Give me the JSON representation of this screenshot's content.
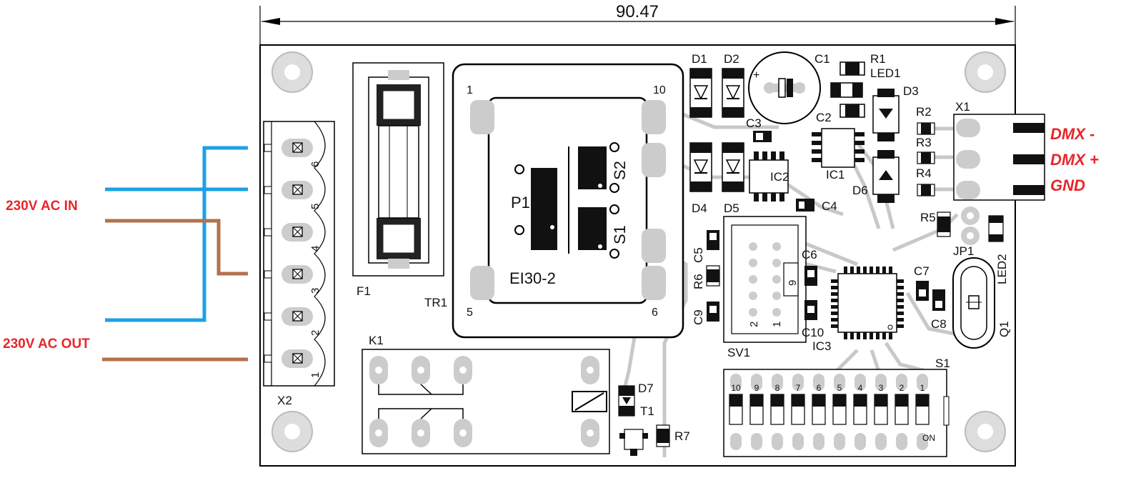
{
  "dimension": "90.47",
  "side_labels": {
    "ac_in": "230V AC IN",
    "ac_out": "230V AC OUT"
  },
  "x1_signals": [
    "DMX -",
    "DMX +",
    "GND"
  ],
  "x2": {
    "name": "X2",
    "pins": [
      "6",
      "5",
      "4",
      "3",
      "2",
      "1"
    ]
  },
  "components": {
    "f1": "F1",
    "tr1": "TR1",
    "transformer_type": "EI30-2",
    "p1": "P1",
    "s1": "S1",
    "s2": "S2",
    "tr_pin1": "1",
    "tr_pin10": "10",
    "tr_pin5": "5",
    "tr_pin6": "6",
    "k1": "K1",
    "d1": "D1",
    "d2": "D2",
    "d3": "D3",
    "d4": "D4",
    "d5": "D5",
    "d6": "D6",
    "d7": "D7",
    "c1": "C1",
    "c2": "C2",
    "c3": "C3",
    "c4": "C4",
    "c5": "C5",
    "c6": "C6",
    "c7": "C7",
    "c8": "C8",
    "c9": "C9",
    "c10": "C10",
    "r1": "R1",
    "r2": "R2",
    "r3": "R3",
    "r4": "R4",
    "r5": "R5",
    "r6": "R6",
    "r7": "R7",
    "led1": "LED1",
    "led2": "LED2",
    "ic1": "IC1",
    "ic2": "IC2",
    "ic3": "IC3",
    "x1": "X1",
    "jp1": "JP1",
    "q1": "Q1",
    "t1": "T1",
    "sv1": "SV1",
    "s1_switch": "S1",
    "sv1_pin2": "2",
    "sv1_pin1": "1",
    "sv1_pin9": "9",
    "c1_plus": "+",
    "switch_on": "ON"
  },
  "dip_numbers": [
    "10",
    "9",
    "8",
    "7",
    "6",
    "5",
    "4",
    "3",
    "2",
    "1"
  ],
  "colors": {
    "blue_wire": "#1ea0e4",
    "brown_wire": "#b3714e",
    "red_label": "#e8262a"
  }
}
